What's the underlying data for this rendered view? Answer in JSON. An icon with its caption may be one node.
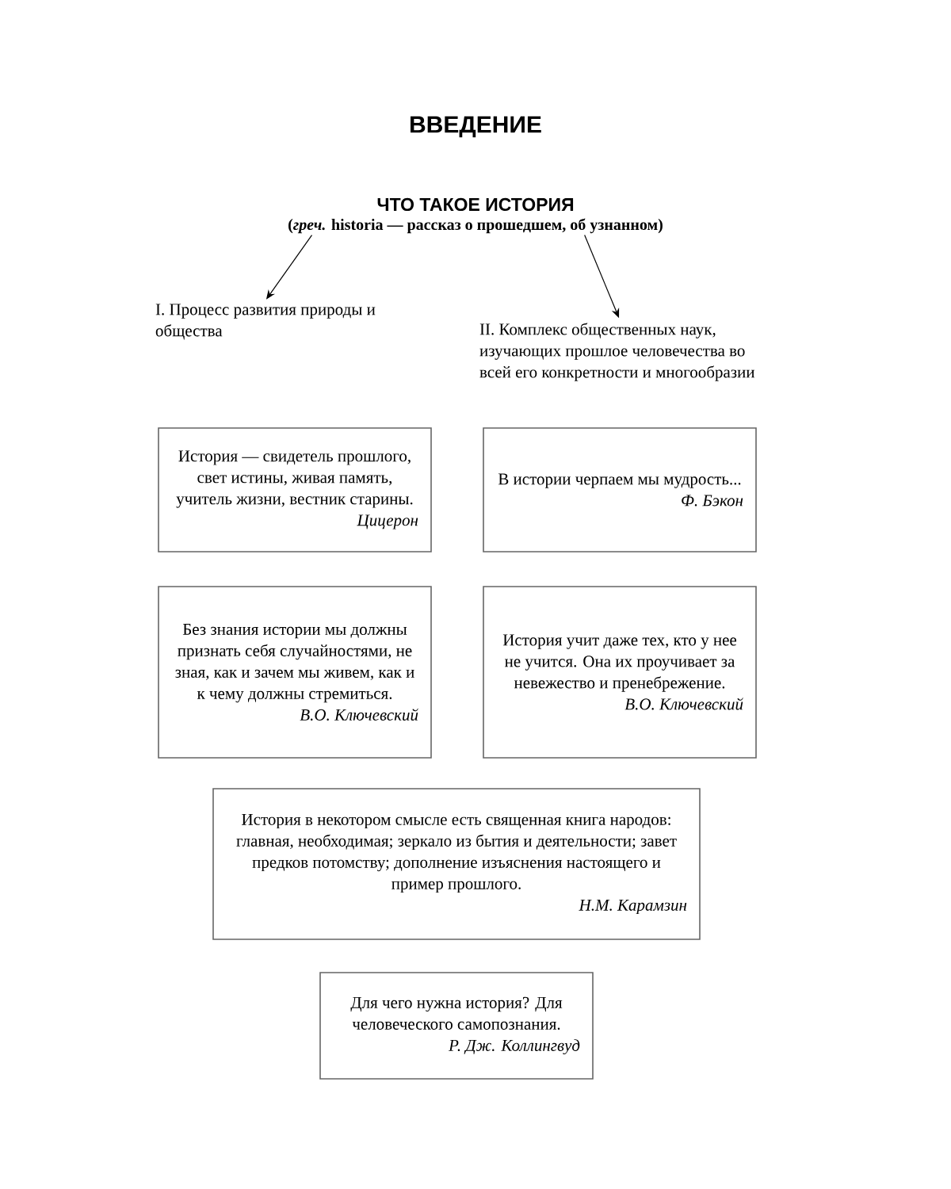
{
  "diagram": {
    "title": "ВВЕДЕНИЕ",
    "nodes": [
      {
        "text": [
          "ЧТО ТАКОЕ ИСТОРИЯ",
          "(*греч.* historia — рассказ о прошедшем, об узнанном)"
        ]
      },
      {
        "text": [
          "I. Процесс развития природы и общества"
        ]
      },
      {
        "text": [
          "II. Комплекс общественных наук, изучающих прошлое человечества во всей его конкретности и многообразии"
        ]
      },
      {
        "text": [
          "История — свидетель прошлого, свет истины, живая память, учитель жизни, вестник старины.",
          "Цицерон"
        ]
      },
      {
        "text": [
          "В истории черпаем мы мудрость...",
          "Ф. Бэкон"
        ]
      },
      {
        "text": [
          "Без знания истории мы должны признать себя случайностями, не зная, как и зачем мы живем, как и к чему должны стремиться.",
          "В.О. Ключевский"
        ]
      },
      {
        "text": [
          "История учит даже тех, кто у нее не учится. Она их проучивает за невежество и пренебрежение.",
          "В.О. Ключевский"
        ]
      },
      {
        "text": [
          "История в некотором смысле есть священная книга народов: главная, необходимая; зеркало из бытия и деятельности; завет предков потомству; дополнение изъяснения настоящего и пример прошлого.",
          "Н.М. Карамзин"
        ]
      },
      {
        "text": [
          "Для чего нужна история? Для человеческого самопознания.",
          "Р. Дж. Коллингвуд"
        ]
      }
    ],
    "edges": [
      {
        "from": 0,
        "to": 1,
        "arrow": "to"
      },
      {
        "from": 0,
        "to": 2,
        "arrow": "to"
      }
    ]
  }
}
